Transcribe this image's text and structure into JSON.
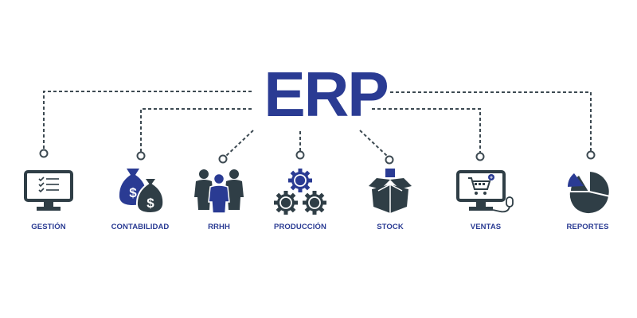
{
  "title": "ERP",
  "colors": {
    "primary_blue": "#2a3b93",
    "dark_slate": "#2f3e46",
    "background": "#ffffff"
  },
  "modules": [
    {
      "label": "GESTIÓN",
      "icon": "monitor-checklist-icon"
    },
    {
      "label": "CONTABILIDAD",
      "icon": "money-bags-icon"
    },
    {
      "label": "RRHH",
      "icon": "people-group-icon"
    },
    {
      "label": "PRODUCCIÓN",
      "icon": "gears-icon"
    },
    {
      "label": "STOCK",
      "icon": "open-box-icon"
    },
    {
      "label": "VENTAS",
      "icon": "monitor-cart-icon"
    },
    {
      "label": "REPORTES",
      "icon": "pie-chart-icon"
    }
  ]
}
